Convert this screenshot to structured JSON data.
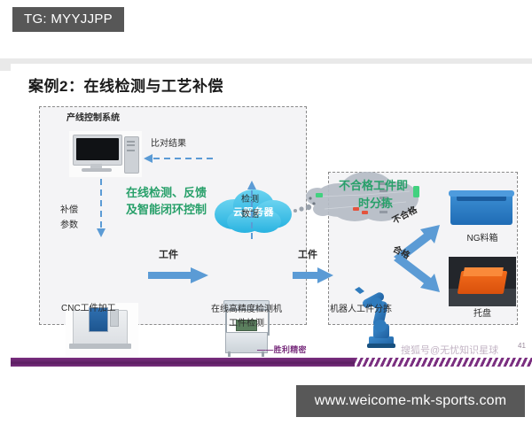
{
  "overlay": {
    "tg_badge": "TG: MYYJJPP",
    "url_banner": "www.weicome-mk-sports.com"
  },
  "slide": {
    "title": "案例2：在线检测与工艺补偿",
    "footer_brand": "——胜利精密",
    "watermark": "搜狐号@无忧知识星球",
    "page_number": "41"
  },
  "left_panel": {
    "pc_label": "产线控制系统",
    "compare_result_label": "比对结果",
    "compensation_label_line1": "补偿",
    "compensation_label_line2": "参数",
    "cloud_label": "云服务器",
    "detect_data_line1": "检测",
    "detect_data_line2": "数据",
    "green_headline_line1": "在线检测、反馈",
    "green_headline_line2": "及智能闭环控制",
    "cnc_label": "CNC工件加工",
    "workpiece_arrow_label": "工件",
    "inspector_label_line1": "在线高精度检测机",
    "inspector_label_line2": "工件检测"
  },
  "right_panel": {
    "green_headline_line1": "不合格工件即",
    "green_headline_line2": "时分拣",
    "workpiece_arrow_label": "工件",
    "reject_branch_label": "不合格",
    "accept_branch_label": "合格",
    "robot_label": "机器人工件分拣",
    "ng_bin_label": "NG料箱",
    "tray_label": "托盘"
  },
  "colors": {
    "green_accent": "#28a06a",
    "blue_arrow": "#5b9bd5",
    "cloud_blue": "#4cc3e8",
    "purple_bar": "#7b2f80",
    "badge_gray": "#575757",
    "panel_fill": "#f4f4f6"
  },
  "icons": {
    "monitor": "monitor-icon",
    "cloud": "cloud-icon",
    "network_cloud": "network-cloud-icon",
    "cnc_machine": "cnc-machine-icon",
    "inspection_machine": "inspection-machine-icon",
    "robot_arm": "robot-arm-icon",
    "crate": "crate-icon",
    "tray": "tray-icon"
  }
}
